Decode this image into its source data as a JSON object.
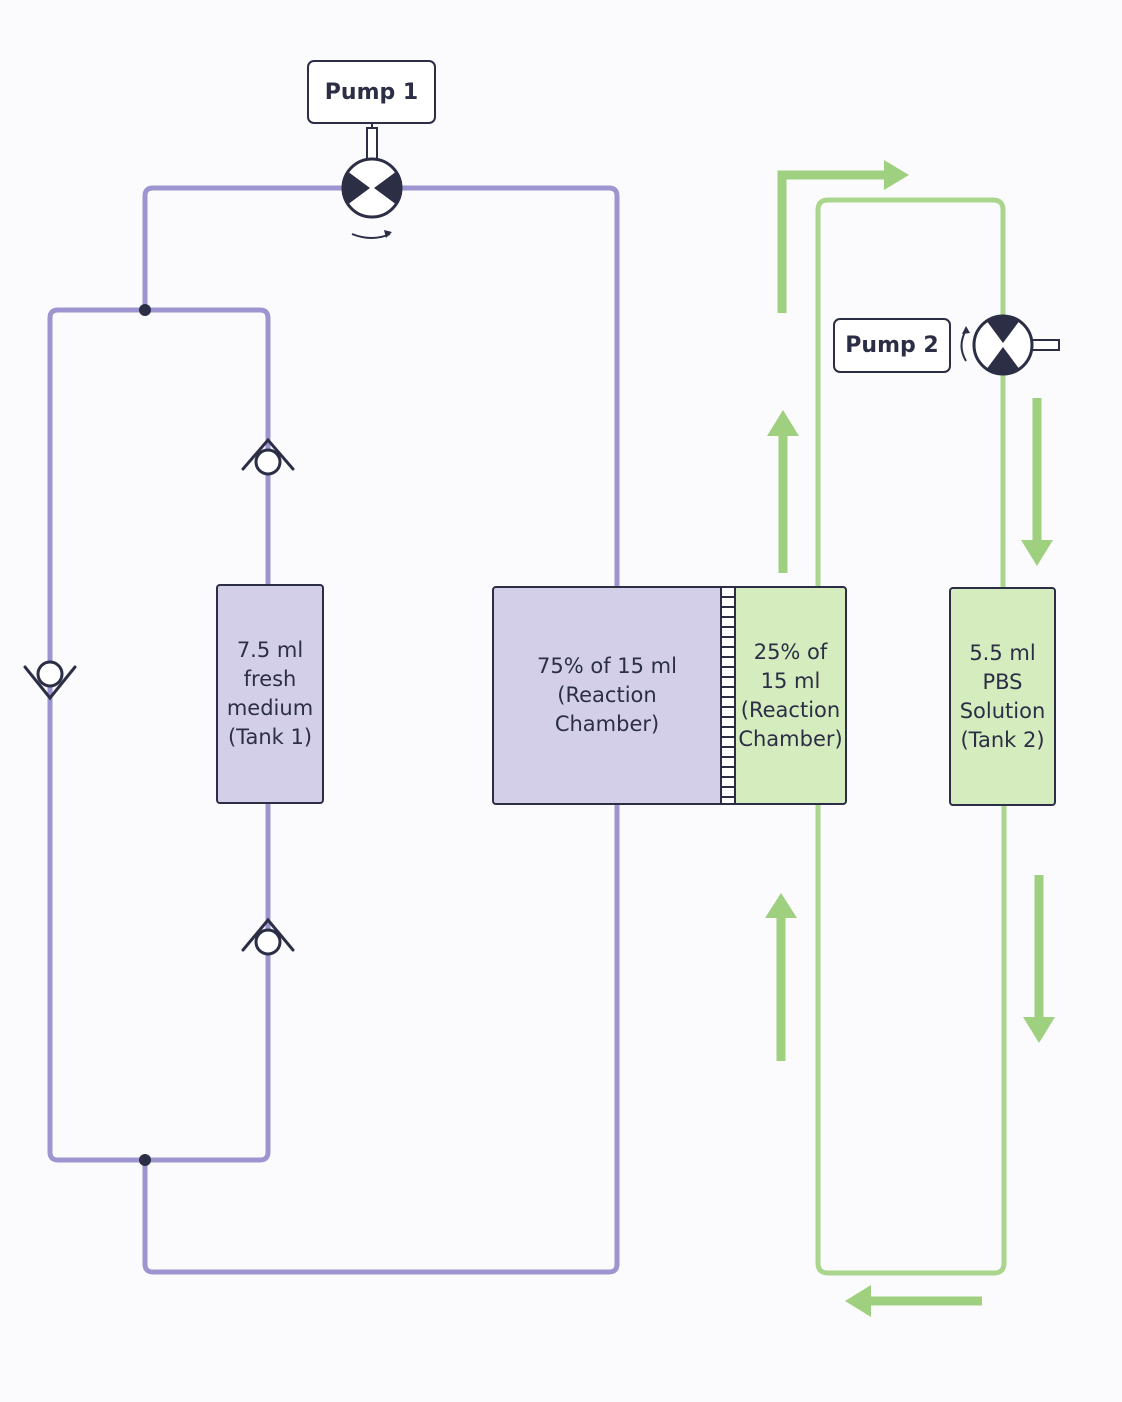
{
  "pumps": {
    "pump1": {
      "label": "Pump 1"
    },
    "pump2": {
      "label": "Pump 2"
    }
  },
  "tanks": {
    "tank1": {
      "text": "7.5 ml\nfresh\nmedium\n(Tank 1)"
    },
    "reaction_purple": {
      "text": "75% of 15 ml\n(Reaction\nChamber)"
    },
    "reaction_green": {
      "text": "25% of\n15 ml\n(Reaction\nChamber)"
    },
    "tank2": {
      "text": "5.5 ml\nPBS\nSolution\n(Tank 2)"
    }
  },
  "colors": {
    "purple_line": "#9c95cf",
    "purple_fill": "#d3cfe9",
    "green_line": "#a9d68c",
    "green_fill": "#d4ecbe",
    "outline": "#2b2e45"
  },
  "icons": {
    "pump": "pump-icon",
    "check_valve": "check-valve-icon",
    "flow_arrow": "flow-arrow-icon",
    "membrane": "membrane-icon"
  }
}
